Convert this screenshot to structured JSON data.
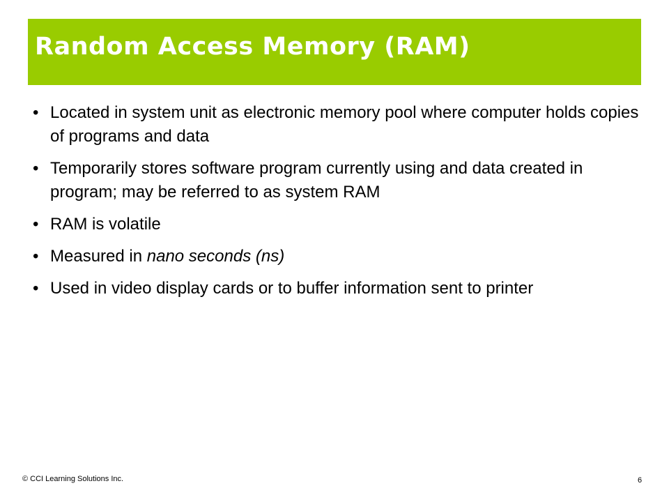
{
  "slide": {
    "title": "Random Access Memory (RAM)",
    "title_bar_color": "#99cc00",
    "bullet_char": "•",
    "bullets": [
      {
        "text": "Located in system unit as electronic memory pool where computer holds copies of programs and data"
      },
      {
        "text": "Temporarily stores software program currently using and data created in program; may be referred to as system RAM"
      },
      {
        "text": "RAM is volatile"
      },
      {
        "prefix": "Measured in ",
        "italic": "nano seconds (ns)"
      },
      {
        "text": "Used in video display cards or to buffer information sent to printer"
      }
    ]
  },
  "footer": {
    "copyright": "© CCI Learning Solutions Inc.",
    "page_number": "6"
  }
}
